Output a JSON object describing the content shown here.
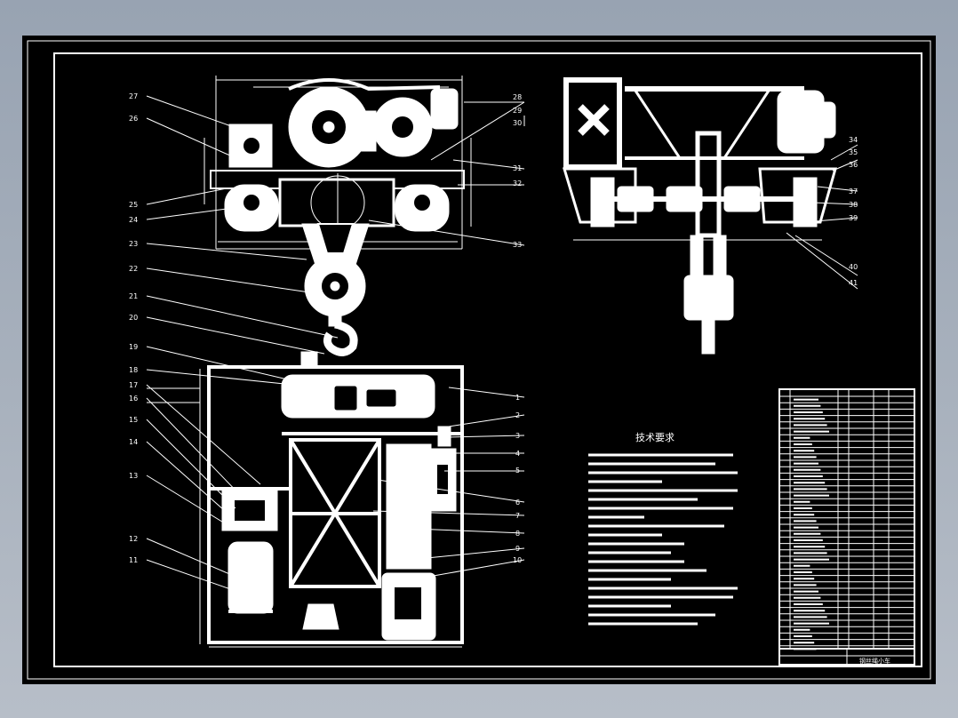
{
  "tech_requirements": {
    "title": "技术要求"
  },
  "part_numbers": {
    "left": [
      "27",
      "26",
      "25",
      "24",
      "23",
      "22",
      "21",
      "20",
      "19",
      "18",
      "17",
      "16",
      "15",
      "14",
      "13",
      "12",
      "11"
    ],
    "right": [
      "28",
      "29",
      "30",
      "31",
      "32",
      "33",
      "1",
      "2",
      "3",
      "4",
      "5",
      "6",
      "7",
      "8",
      "9",
      "10"
    ],
    "side_view": [
      "34",
      "35",
      "36",
      "37",
      "38",
      "39",
      "40",
      "41"
    ]
  },
  "title_block": {
    "drawing_name": "钢丝绳小车"
  },
  "colors": {
    "background": "#000000",
    "lines": "#ffffff",
    "app_chrome": "#a4aebb"
  }
}
